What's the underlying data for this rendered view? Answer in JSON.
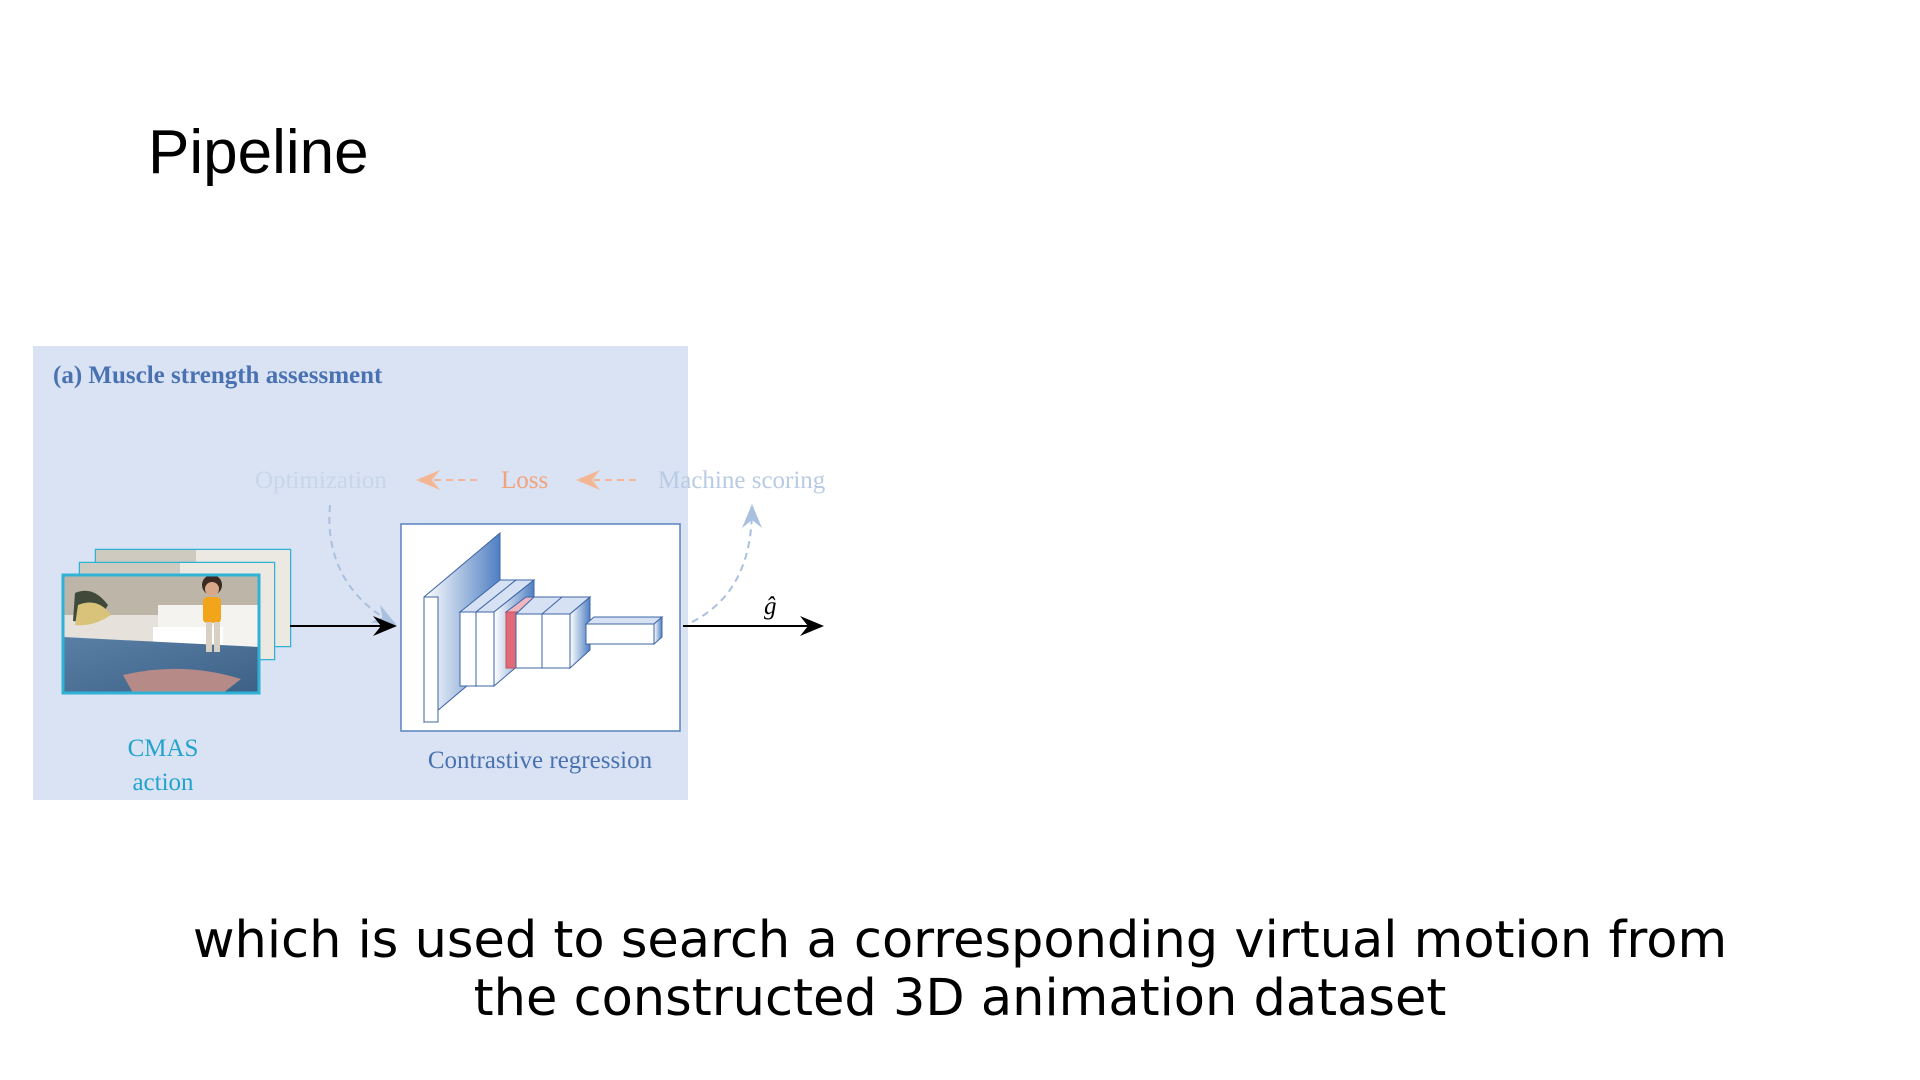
{
  "slide": {
    "title": "Pipeline"
  },
  "diagram": {
    "panel_title": "(a) Muscle strength assessment",
    "labels": {
      "optimization": "Optimization",
      "loss": "Loss",
      "machine_scoring": "Machine scoring",
      "input_line1": "CMAS",
      "input_line2": "action",
      "model": "Contrastive regression",
      "output": "ĝ"
    },
    "colors": {
      "panel_bg": "#dae3f3",
      "title_blue": "#4a72b2",
      "cyan_label": "#23a3cc",
      "loss_orange": "#f1a27a",
      "faded_blue": "#b4c8e2",
      "network_blue": "#4f7fc2",
      "highlight_red": "#e06a78"
    }
  },
  "caption": {
    "line1": "which is used to search a corresponding virtual motion from",
    "line2": "the constructed 3D animation dataset"
  }
}
